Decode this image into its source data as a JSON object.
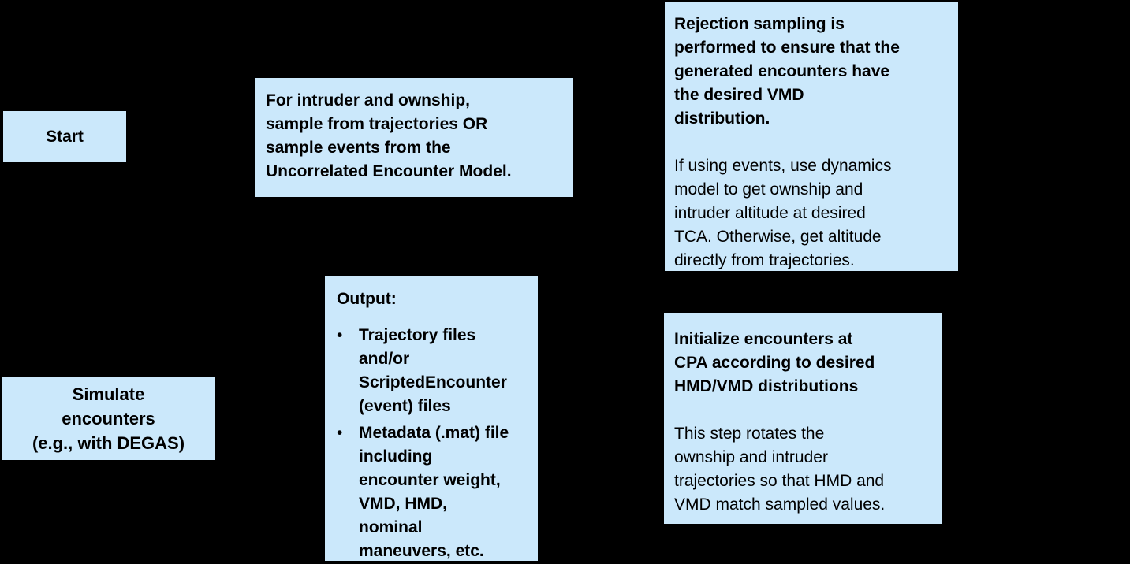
{
  "colors": {
    "background": "#000000",
    "node_fill": "#cbe8fb",
    "node_text": "#000000"
  },
  "diagram": {
    "type": "flowchart",
    "nodes": {
      "start": {
        "label": "Start"
      },
      "sample": {
        "text": "For intruder and ownship,\nsample from trajectories OR\nsample events from the\nUncorrelated Encounter Model."
      },
      "rejection": {
        "bold_text": "Rejection sampling is\nperformed to ensure that the\ngenerated encounters have\nthe desired VMD\ndistribution.",
        "body_text": "If using events, use dynamics\nmodel to get ownship and\nintruder altitude at desired\nTCA. Otherwise, get altitude\ndirectly from trajectories."
      },
      "output": {
        "heading": "Output:",
        "bullet_char": "•",
        "bullets": [
          "Trajectory files\nand/or\nScriptedEncounter\n(event) files",
          "Metadata (.mat) file\nincluding\nencounter weight,\nVMD, HMD,\nnominal\nmaneuvers, etc."
        ]
      },
      "simulate": {
        "text": "Simulate\nencounters\n(e.g., with DEGAS)"
      },
      "initialize": {
        "bold_text": "Initialize encounters at\nCPA according to desired\nHMD/VMD distributions",
        "body_text": "This step rotates the\nownship and intruder\ntrajectories so that HMD and\nVMD match sampled values."
      }
    }
  }
}
